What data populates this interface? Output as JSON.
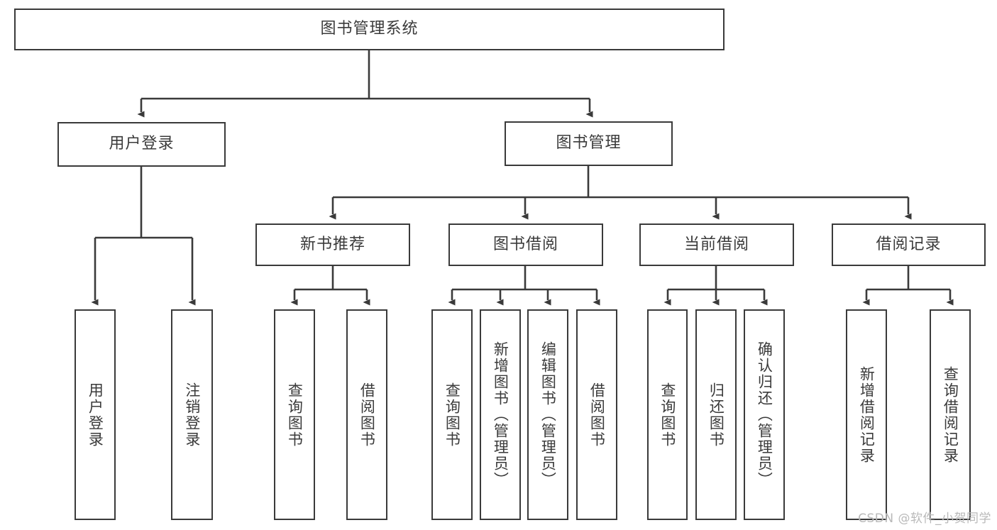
{
  "diagram": {
    "title": "图书管理系统",
    "watermark": "CSDN @软件_小贺同学",
    "line_color": "#3a3a3a",
    "text_color": "#3a3a3a",
    "background": "#ffffff",
    "root": {
      "label": "图书管理系统"
    },
    "level1": [
      {
        "label": "用户登录"
      },
      {
        "label": "图书管理"
      }
    ],
    "level2": [
      {
        "label": "新书推荐"
      },
      {
        "label": "图书借阅"
      },
      {
        "label": "当前借阅"
      },
      {
        "label": "借阅记录"
      }
    ],
    "leaves": {
      "user_login": [
        {
          "label": "用户登录"
        },
        {
          "label": "注销登录"
        }
      ],
      "new_book_recommend": [
        {
          "label": "查询图书"
        },
        {
          "label": "借阅图书"
        }
      ],
      "book_borrow": [
        {
          "label": "查询图书"
        },
        {
          "label": "新增图书（管理员）"
        },
        {
          "label": "编辑图书（管理员）"
        },
        {
          "label": "借阅图书"
        }
      ],
      "current_borrow": [
        {
          "label": "查询图书"
        },
        {
          "label": "归还图书"
        },
        {
          "label": "确认归还（管理员）"
        }
      ],
      "borrow_records": [
        {
          "label": "新增借阅记录"
        },
        {
          "label": "查询借阅记录"
        }
      ]
    }
  }
}
